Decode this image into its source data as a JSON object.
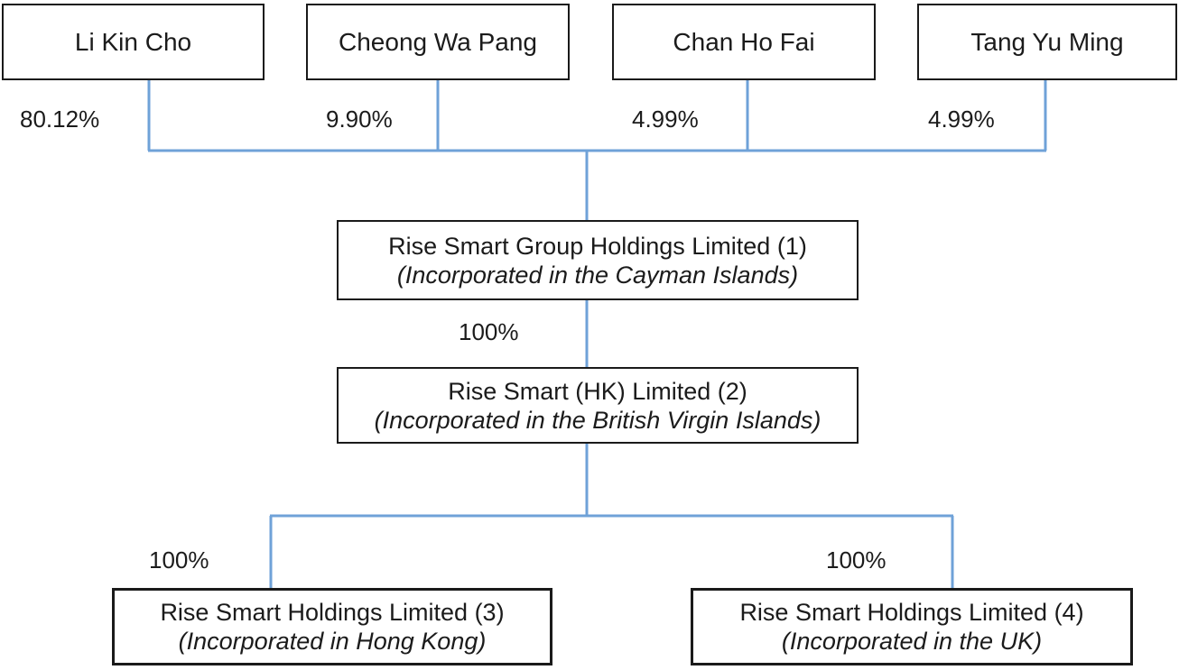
{
  "diagram": {
    "colors": {
      "connector": "#6FA2D8",
      "box_border": "#1a1a1a",
      "text": "#1b1b1b",
      "background": "#ffffff"
    },
    "shareholders": [
      {
        "name": "Li Kin Cho",
        "ownership": "80.12%"
      },
      {
        "name": "Cheong Wa Pang",
        "ownership": "9.90%"
      },
      {
        "name": "Chan Ho Fai",
        "ownership": "4.99%"
      },
      {
        "name": "Tang Yu Ming",
        "ownership": "4.99%"
      }
    ],
    "entities": [
      {
        "name": "Rise Smart Group Holdings Limited (1)",
        "incorporation": "(Incorporated in the Cayman Islands)"
      },
      {
        "name": "Rise Smart (HK) Limited (2)",
        "incorporation": "(Incorporated in the British Virgin Islands)"
      },
      {
        "name": "Rise Smart Holdings Limited (3)",
        "incorporation": "(Incorporated in Hong Kong)"
      },
      {
        "name": "Rise Smart Holdings Limited (4)",
        "incorporation": "(Incorporated in the UK)"
      }
    ],
    "ownership_labels": {
      "group_to_hk": "100%",
      "hk_to_subsidiary_3": "100%",
      "hk_to_subsidiary_4": "100%"
    }
  }
}
